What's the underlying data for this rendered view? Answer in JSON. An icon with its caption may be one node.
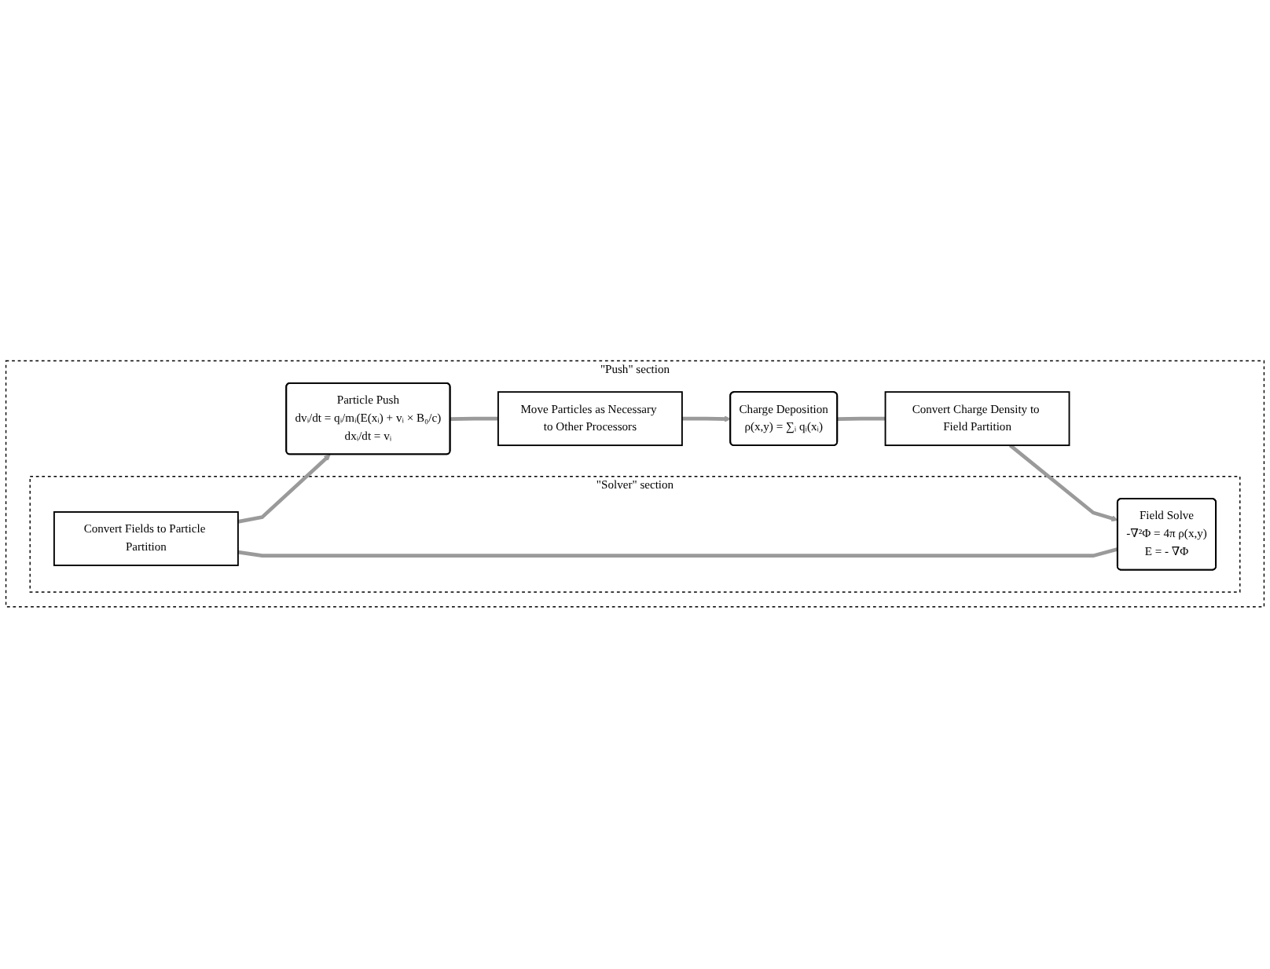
{
  "diagram": {
    "nodes": [
      {
        "text": [
          "\"Push\" section"
        ]
      },
      {
        "text": [
          "Particle Push",
          "dvᵢ/dt = qᵢ/mᵢ(E(xᵢ) + vᵢ × B₀/c)",
          "dxᵢ/dt = vᵢ"
        ],
        "in": 0
      },
      {
        "text": [
          "Move Particles as Necessary to Other Processors"
        ],
        "in": 0
      },
      {
        "text": [
          "Charge Deposition",
          "ρ(x,y) = ∑ᵢ qᵢ(xᵢ)"
        ],
        "in": 0
      },
      {
        "text": [
          "Convert Charge Density to Field Partition"
        ],
        "in": 0
      },
      {
        "text": [
          "\"Solver\" section"
        ],
        "in": 0
      },
      {
        "text": [
          "Convert Fields to Particle Partition"
        ],
        "in": 5
      },
      {
        "text": [
          "Field Solve",
          "-∇²Φ = 4π ρ(x,y)",
          "E = - ∇Φ"
        ],
        "in": 5
      }
    ],
    "edges": [
      {
        "from": 1,
        "to": 2,
        "arrow": "none"
      },
      {
        "from": 2,
        "to": 3,
        "arrow": "to"
      },
      {
        "from": 3,
        "to": 4,
        "arrow": "none"
      },
      {
        "from": 4,
        "to": 7,
        "arrow": "to"
      },
      {
        "from": 7,
        "to": 6,
        "arrow": "none"
      },
      {
        "from": 6,
        "to": 1,
        "arrow": "to"
      }
    ]
  }
}
